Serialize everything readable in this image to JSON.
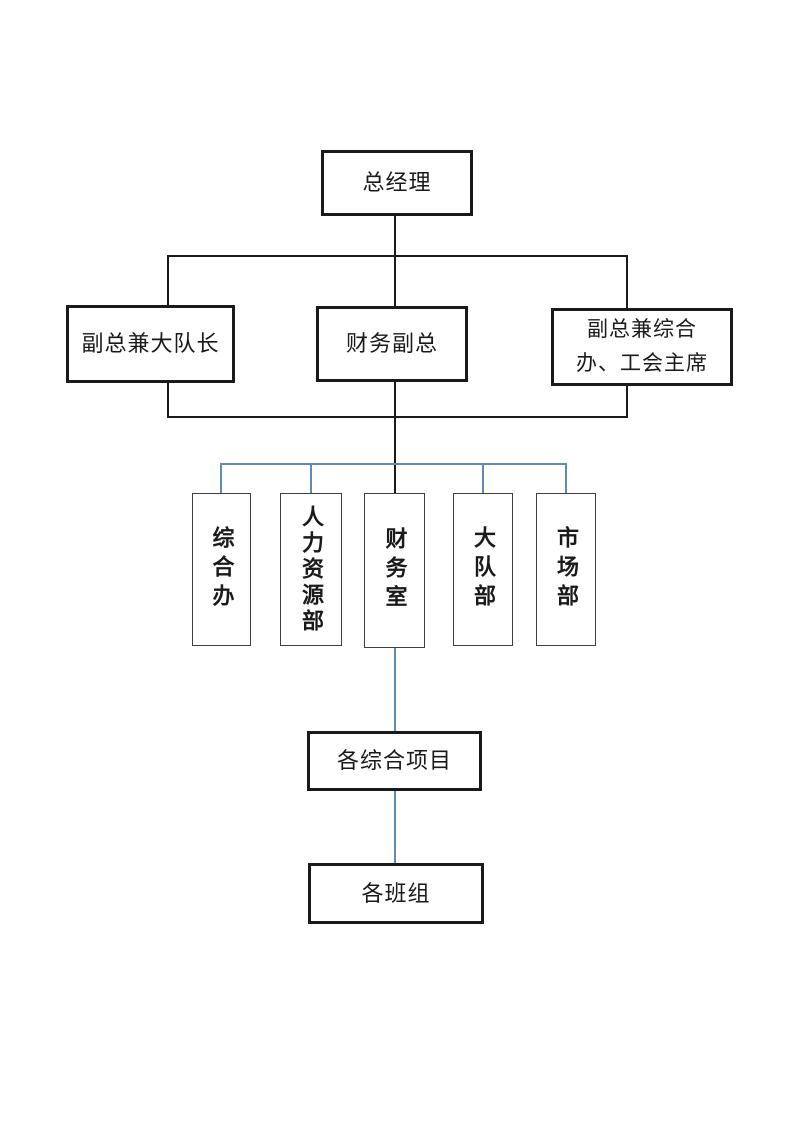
{
  "colors": {
    "connector_primary": "#1a1a1a",
    "connector_secondary": "#5f8cae",
    "box_border_strong": "#1a1a1a",
    "box_border_light": "#3f3f3f",
    "page_background": "#ffffff"
  },
  "org_chart": {
    "type": "org-tree",
    "nodes": {
      "general_manager": {
        "label": "总经理"
      },
      "deputy_team_leader": {
        "label": "副总兼大队长"
      },
      "finance_deputy": {
        "label": "财务副总"
      },
      "deputy_admin_union": {
        "line1": "副总兼综合",
        "line2": "办、工会主席"
      },
      "admin_office": {
        "label": "综合办"
      },
      "hr_department": {
        "label": "人力资源部"
      },
      "finance_office": {
        "label": "财务室"
      },
      "brigade_department": {
        "label": "大队部"
      },
      "market_department": {
        "label": "市场部"
      },
      "comprehensive_projects": {
        "label": "各综合项目"
      },
      "work_teams": {
        "label": "各班组"
      }
    },
    "groups": {
      "level2_group": [
        "deputy_team_leader",
        "finance_deputy",
        "deputy_admin_union"
      ]
    },
    "edges": [
      {
        "from": "general_manager",
        "to": "deputy_team_leader",
        "color": "black"
      },
      {
        "from": "general_manager",
        "to": "finance_deputy",
        "color": "black"
      },
      {
        "from": "general_manager",
        "to": "deputy_admin_union",
        "color": "black"
      },
      {
        "from": "level2_group",
        "to": "admin_office",
        "color": "blue"
      },
      {
        "from": "level2_group",
        "to": "hr_department",
        "color": "blue"
      },
      {
        "from": "level2_group",
        "to": "finance_office",
        "color": "black"
      },
      {
        "from": "level2_group",
        "to": "brigade_department",
        "color": "blue"
      },
      {
        "from": "level2_group",
        "to": "market_department",
        "color": "blue"
      },
      {
        "from": "finance_office",
        "to": "comprehensive_projects",
        "color": "blue"
      },
      {
        "from": "comprehensive_projects",
        "to": "work_teams",
        "color": "blue"
      }
    ]
  }
}
